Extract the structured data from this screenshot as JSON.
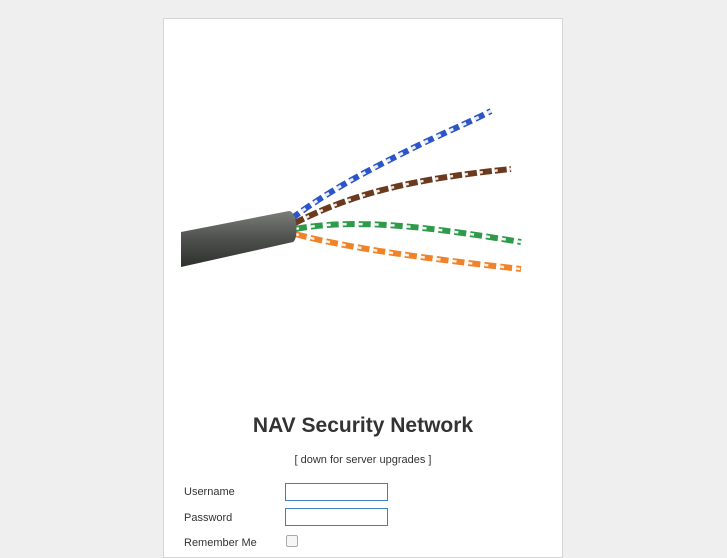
{
  "header": {
    "title": "NAV Security Network",
    "notice": "[ down for server upgrades ]"
  },
  "hero": {
    "icon": "network-cable-image"
  },
  "form": {
    "username": {
      "label": "Username",
      "value": ""
    },
    "password": {
      "label": "Password",
      "value": ""
    },
    "remember": {
      "label": "Remember Me",
      "checked": false
    }
  },
  "colors": {
    "input_border": "#3f7fbf",
    "title": "#333333",
    "background": "#efefef"
  }
}
